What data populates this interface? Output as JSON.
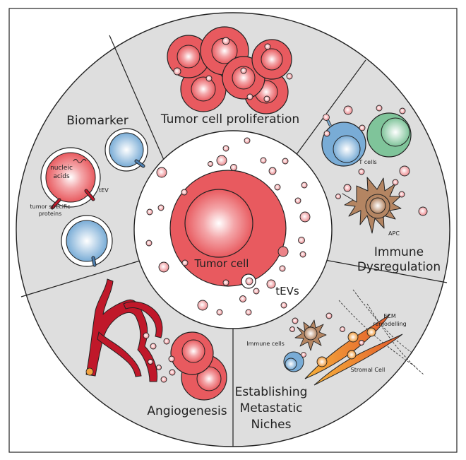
{
  "center": {
    "cell_label": "Tumor cell",
    "vesicle_label": "tEVs"
  },
  "segments": {
    "proliferation": "Tumor cell proliferation",
    "immune": {
      "line1": "Immune",
      "line2": "Dysregulation",
      "t_cells": "T cells",
      "apc": "APC"
    },
    "metastatic": {
      "line1": "Establishing",
      "line2": "Metastatic",
      "line3": "Niches",
      "ecm1": "ECM",
      "ecm2": "remodelling",
      "immune_cells": "Immune cells",
      "stromal": "Stromal Cell"
    },
    "angiogenesis": "Angiogenesis",
    "biomarker": {
      "title": "Biomarker",
      "nucleic1": "nucleic",
      "nucleic2": "acids",
      "tev": "tEV",
      "proteins1": "tumor specific",
      "proteins2": "proteins"
    }
  },
  "colors": {
    "ring": "#dedede",
    "tumor": "#e85a5f",
    "vesicle": "#f1a0a3",
    "blue_cell": "#79acd6",
    "green_cell": "#7fc49a",
    "apc": "#b48562",
    "vessel": "#c0182a",
    "stromal": "#e8702d"
  }
}
